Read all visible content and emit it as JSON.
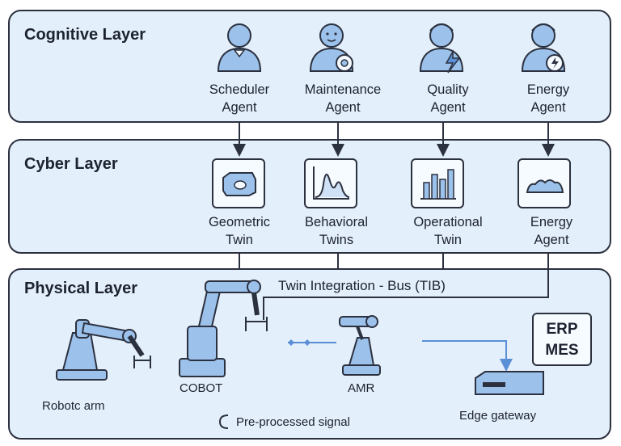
{
  "layers": {
    "cognitive": "Cognitive Layer",
    "cyber": "Cyber Layer",
    "physical": "Physical Layer"
  },
  "agents": [
    {
      "line1": "Scheduler",
      "line2": "Agent",
      "icon": "person-icon"
    },
    {
      "line1": "Maintenance",
      "line2": "Agent",
      "icon": "person-gear-icon"
    },
    {
      "line1": "Quality",
      "line2": "Agent",
      "icon": "person-bolt-icon"
    },
    {
      "line1": "Energy",
      "line2": "Agent",
      "icon": "person-power-icon"
    }
  ],
  "twins": [
    {
      "line1": "Geometric",
      "line2": "Twin",
      "icon": "cube-model-icon"
    },
    {
      "line1": "Behavioral",
      "line2": "Twins",
      "icon": "waveform-chart-icon"
    },
    {
      "line1": "Operational",
      "line2": "Twin",
      "icon": "bar-chart-icon"
    },
    {
      "line1": "Energy",
      "line2": "Agent",
      "icon": "energy-wave-icon"
    }
  ],
  "bus": "Twin Integration - Bus (TIB)",
  "physical": {
    "robot_arm": "Robotc arm",
    "cobot": "COBOT",
    "amr": "AMR",
    "edge_gateway": "Edge gateway",
    "erp_line1": "ERP",
    "erp_line2": "MES",
    "legend": "Pre-processed signal"
  },
  "colors": {
    "layer_fill": "#e3effa",
    "icon_fill": "#9cc1ea",
    "outline": "#2c3140",
    "accent_line": "#5b8fd6"
  }
}
